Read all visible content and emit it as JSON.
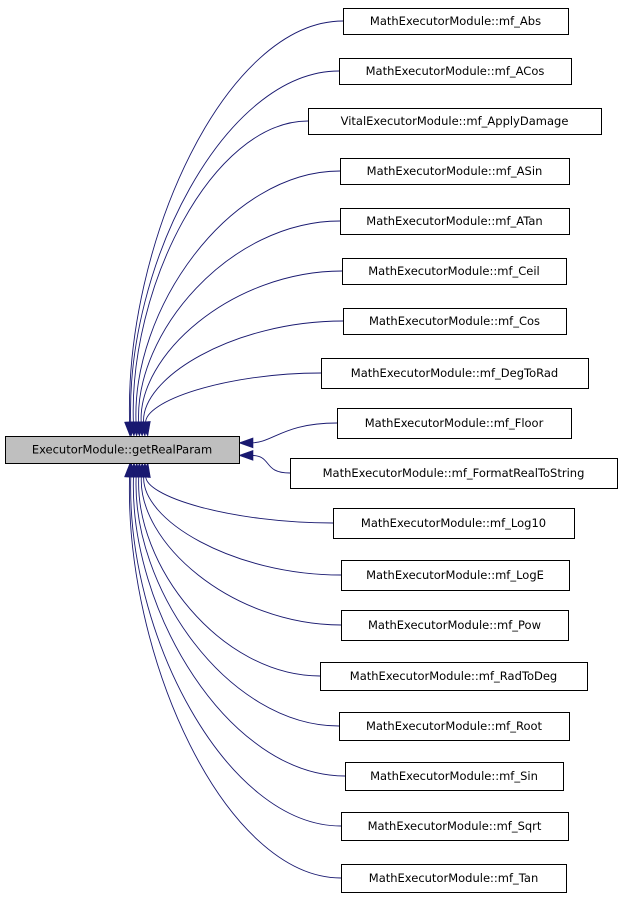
{
  "colors": {
    "edge": "#191970",
    "root_fill": "#bfbfbf",
    "node_fill": "#ffffff",
    "node_border": "#000000"
  },
  "root": {
    "label": "ExecutorModule::getRealParam"
  },
  "callers": [
    {
      "label": "MathExecutorModule::mf_Abs"
    },
    {
      "label": "MathExecutorModule::mf_ACos"
    },
    {
      "label": "VitalExecutorModule::mf_ApplyDamage"
    },
    {
      "label": "MathExecutorModule::mf_ASin"
    },
    {
      "label": "MathExecutorModule::mf_ATan"
    },
    {
      "label": "MathExecutorModule::mf_Ceil"
    },
    {
      "label": "MathExecutorModule::mf_Cos"
    },
    {
      "label": "MathExecutorModule::mf_DegToRad"
    },
    {
      "label": "MathExecutorModule::mf_Floor"
    },
    {
      "label": "MathExecutorModule::mf_FormatRealToString"
    },
    {
      "label": "MathExecutorModule::mf_Log10"
    },
    {
      "label": "MathExecutorModule::mf_LogE"
    },
    {
      "label": "MathExecutorModule::mf_Pow"
    },
    {
      "label": "MathExecutorModule::mf_RadToDeg"
    },
    {
      "label": "MathExecutorModule::mf_Root"
    },
    {
      "label": "MathExecutorModule::mf_Sin"
    },
    {
      "label": "MathExecutorModule::mf_Sqrt"
    },
    {
      "label": "MathExecutorModule::mf_Tan"
    }
  ]
}
